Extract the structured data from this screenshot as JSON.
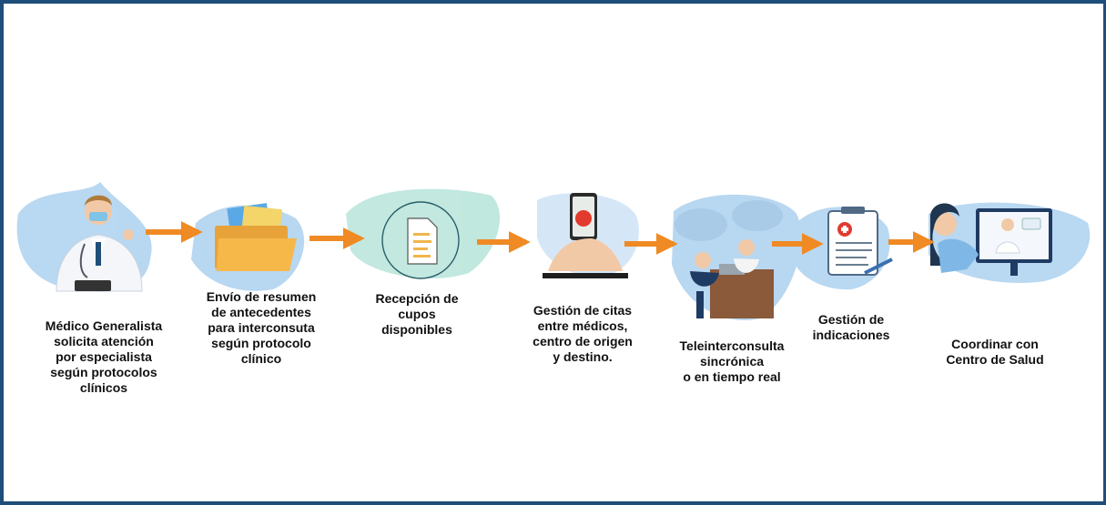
{
  "colors": {
    "border": "#1f4e79",
    "arrow": "#f08a24",
    "splash": "#7fb8e6",
    "splash_green": "#8fd6c4",
    "label": "#111111"
  },
  "steps": [
    {
      "icon": "doctor-icon",
      "label": "Médico Generalista\nsolicita atención\npor especialista\nsegún protocolos\nclínicos"
    },
    {
      "icon": "folder-icon",
      "label": "Envío de resumen\nde antecedentes\npara interconsuta\nsegún protocolo\nclínico"
    },
    {
      "icon": "document-cycle-icon",
      "label": "Recepción de\ncupos\ndisponibles"
    },
    {
      "icon": "phone-icon",
      "label": "Gestión de citas\nentre médicos,\ncentro de origen\ny destino."
    },
    {
      "icon": "video-meeting-icon",
      "label": "Teleinterconsulta\nsincrónica\no en tiempo real"
    },
    {
      "icon": "clipboard-icon",
      "label": "Gestión de\nindicaciones"
    },
    {
      "icon": "telemedicine-screen-icon",
      "label": "Coordinar con\nCentro de Salud"
    }
  ]
}
